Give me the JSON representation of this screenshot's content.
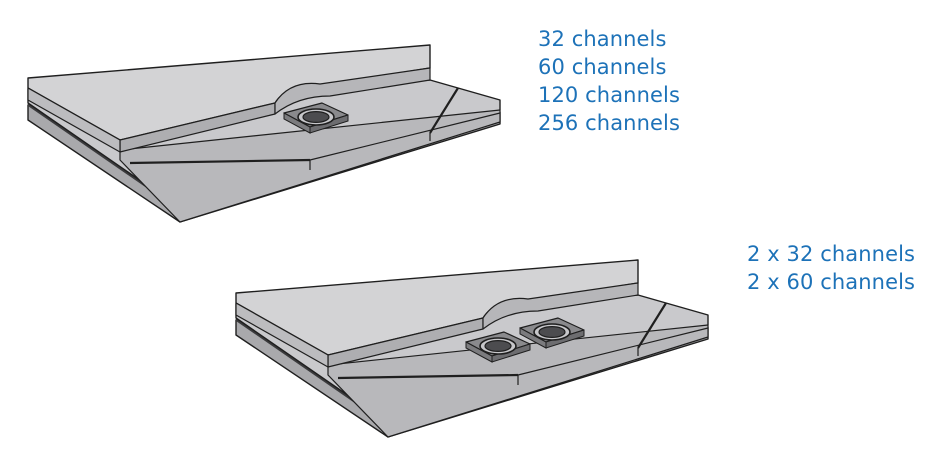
{
  "colors": {
    "label_text": "#1d72b8",
    "board_top": "#d0d0d2",
    "board_shadow": "#a4a4a7",
    "outline": "#1f1f1f",
    "connector_socket": "#6e6e70"
  },
  "boards": [
    {
      "connector_count": 1,
      "channel_options": [
        "32 channels",
        "60 channels",
        "120 channels",
        "256 channels"
      ]
    },
    {
      "connector_count": 2,
      "channel_options": [
        "2 x 32 channels",
        "2 x 60 channels"
      ]
    }
  ]
}
